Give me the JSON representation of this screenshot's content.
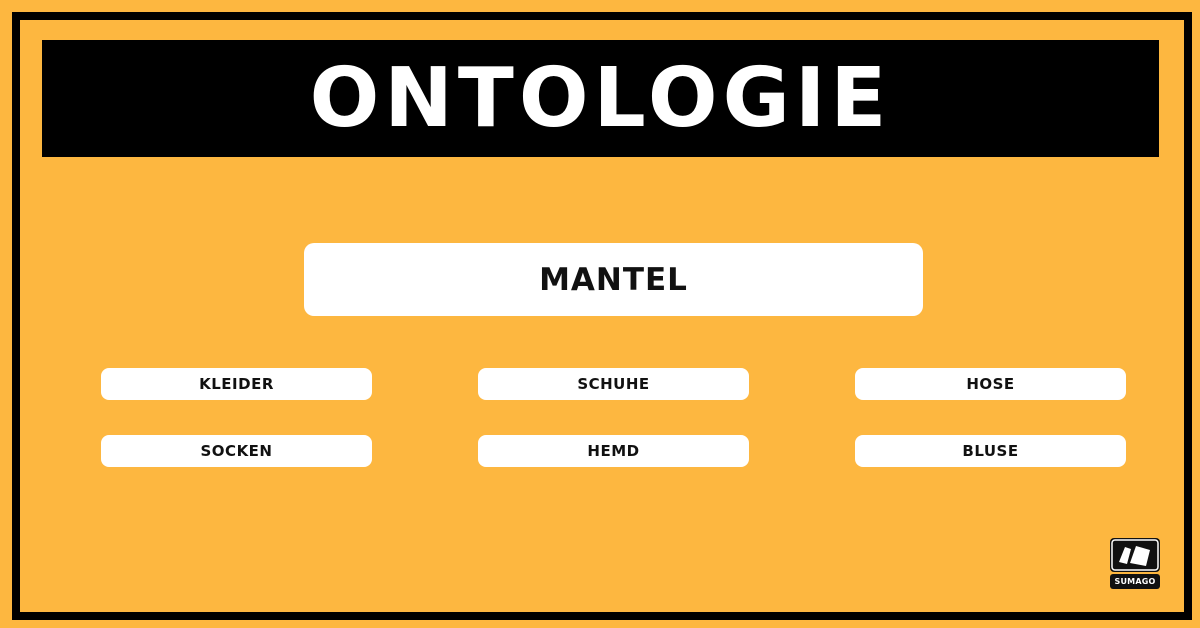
{
  "title": "ONTOLOGIE",
  "root_node": {
    "label": "MANTEL"
  },
  "child_nodes": [
    {
      "label": "KLEIDER"
    },
    {
      "label": "SCHUHE"
    },
    {
      "label": "HOSE"
    },
    {
      "label": "SOCKEN"
    },
    {
      "label": "HEMD"
    },
    {
      "label": "BLUSE"
    }
  ],
  "logo": {
    "text": "SUMAGO",
    "icon": "sumago-logo-icon"
  },
  "colors": {
    "background": "#FDB740",
    "frame": "#000000",
    "title_bar": "#000000",
    "title_text": "#FFFFFF",
    "box": "#FFFFFF",
    "box_text": "#111111"
  }
}
